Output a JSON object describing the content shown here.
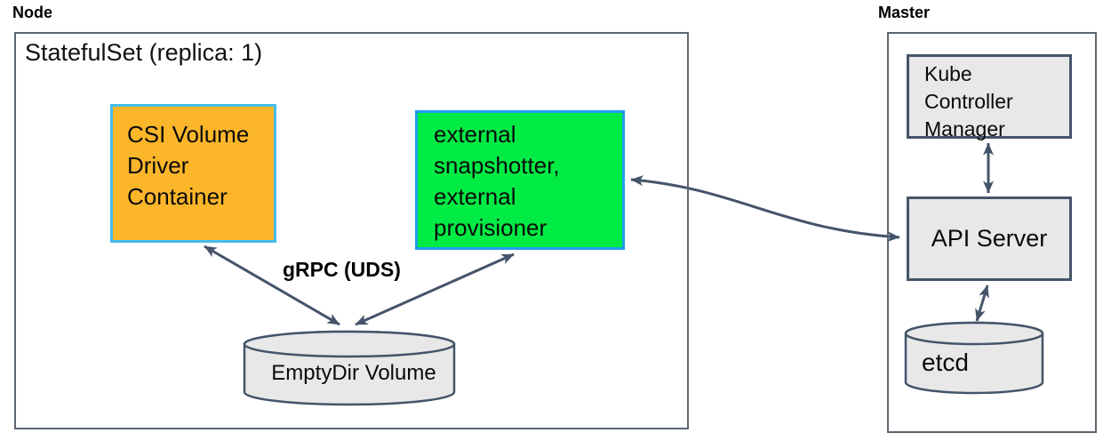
{
  "node": {
    "label": "Node",
    "statefulset_title": "StatefulSet (replica: 1)",
    "csi_driver_box": "CSI Volume Driver Container",
    "sidecar_box": "external snapshotter, external provisioner",
    "grpc_label": "gRPC (UDS)",
    "emptydir_cylinder": "EmptyDir Volume"
  },
  "master": {
    "label": "Master",
    "kube_controller_manager_box": "Kube Controller Manager",
    "api_server_box": "API Server",
    "etcd_cylinder": "etcd"
  },
  "colors": {
    "arrow": "#44546A",
    "outer_border": "#5B6670",
    "gray_fill": "#E8E8E8",
    "orange_fill": "#FCB62A",
    "orange_border": "#45BCEE",
    "green_fill": "#01EB45",
    "green_border": "#1F9CF1"
  }
}
